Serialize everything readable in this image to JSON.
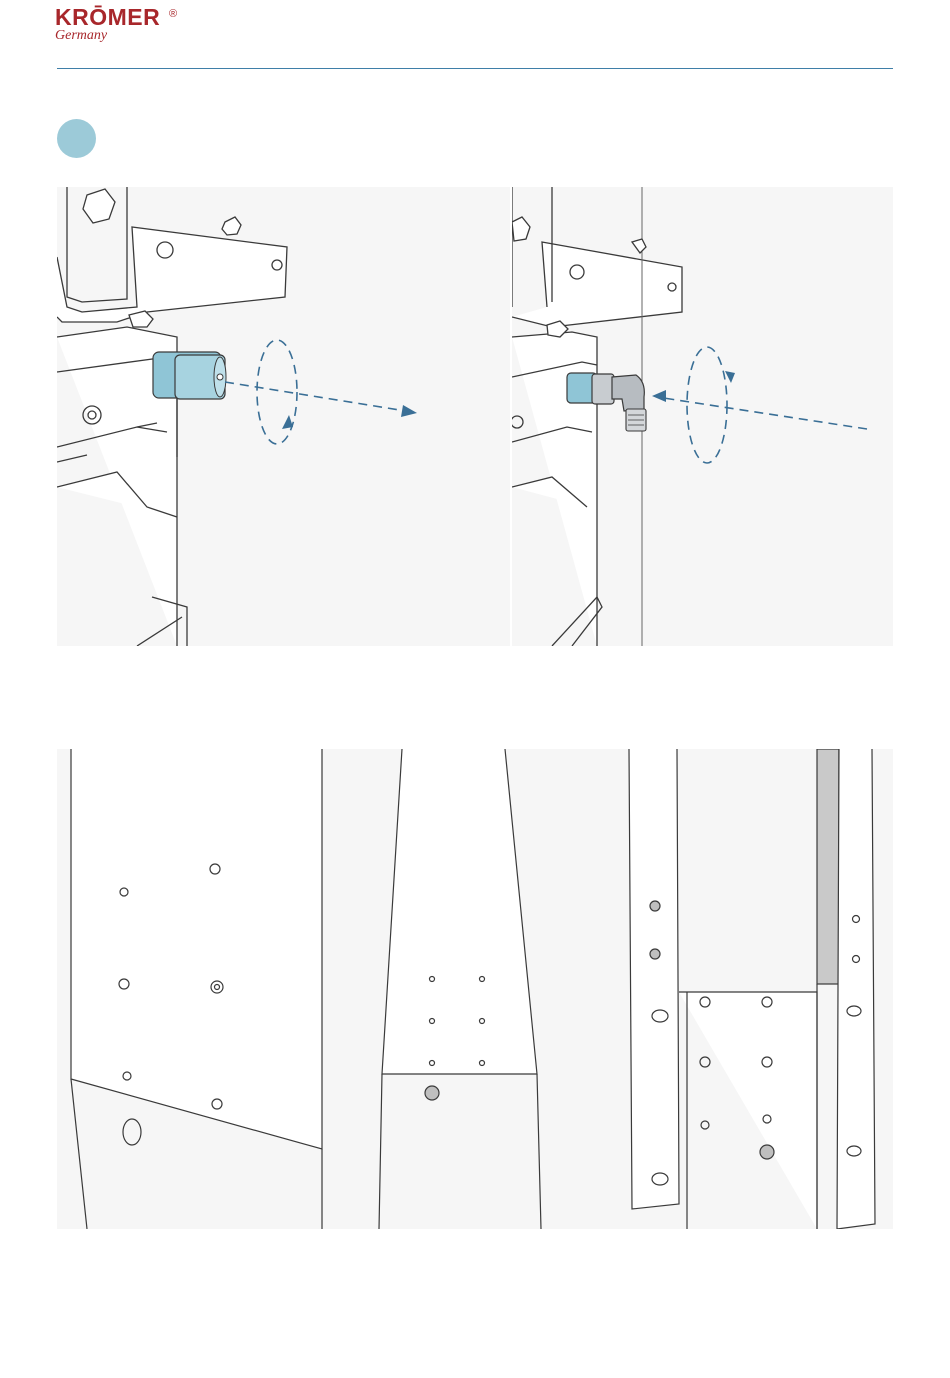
{
  "header": {
    "brand_word": "KRŌMER",
    "brand_registered": "®",
    "brand_sub": "Germany",
    "brand_color": "#a8272b",
    "rule_color": "#3f7fa8"
  },
  "step": {
    "badge_color": "#9ccad8"
  },
  "illustrations": {
    "accent_color": "#8fc5d6",
    "arrow_color": "#3a6f96",
    "line_color": "#3a3a3a",
    "panel_bg": "#f6f6f6",
    "icons": [
      "remove-plug-illustration",
      "install-elbow-fitting-illustration",
      "frame-detail-illustration"
    ]
  }
}
